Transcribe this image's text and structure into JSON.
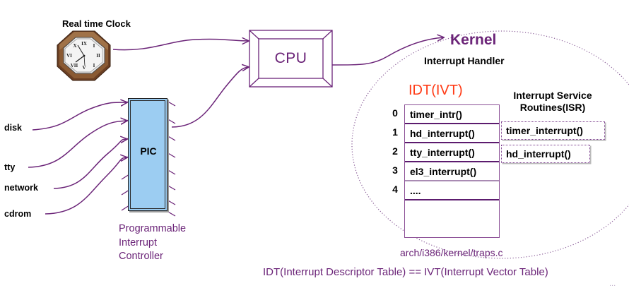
{
  "title": "Interrupt handling diagram",
  "labels": {
    "rtc": "Real time Clock",
    "cpu": "CPU",
    "pic": "PIC",
    "pic_caption": "Programmable\nInterrupt\nController",
    "kernel": "Kernel",
    "interrupt_handler": "Interrupt Handler",
    "idt_title": "IDT(IVT)",
    "isr_title": "Interrupt Service\nRoutines(ISR)",
    "traps_path": "arch/i386/kernel/traps.c",
    "idt_ivt_note": "IDT(Interrupt Descriptor Table) == IVT(Interrupt Vector Table)",
    "corner_mark": "..."
  },
  "sources": [
    {
      "name": "disk",
      "label": "disk"
    },
    {
      "name": "tty",
      "label": "tty"
    },
    {
      "name": "network",
      "label": "network"
    },
    {
      "name": "cdrom",
      "label": "cdrom"
    }
  ],
  "idt_table": {
    "rows": [
      {
        "index": "0",
        "handler": "timer_intr()"
      },
      {
        "index": "1",
        "handler": "hd_interrupt()"
      },
      {
        "index": "2",
        "handler": "tty_interrupt()"
      },
      {
        "index": "3",
        "handler": "el3_interrupt()"
      },
      {
        "index": "4",
        "handler": "...."
      },
      {
        "index": "",
        "handler": ""
      }
    ]
  },
  "isr_list": [
    {
      "name": "timer_interrupt()"
    },
    {
      "name": "hd_interrupt()"
    }
  ],
  "colors": {
    "purple": "#6b2478",
    "purple_dark": "#5c1b6e",
    "red": "#ff3b16",
    "pic_blue": "#9ccdf2",
    "clock_frame": "#6b3f23",
    "clock_frame_light": "#9c7149",
    "clock_face": "#efefef",
    "black": "#000000"
  }
}
